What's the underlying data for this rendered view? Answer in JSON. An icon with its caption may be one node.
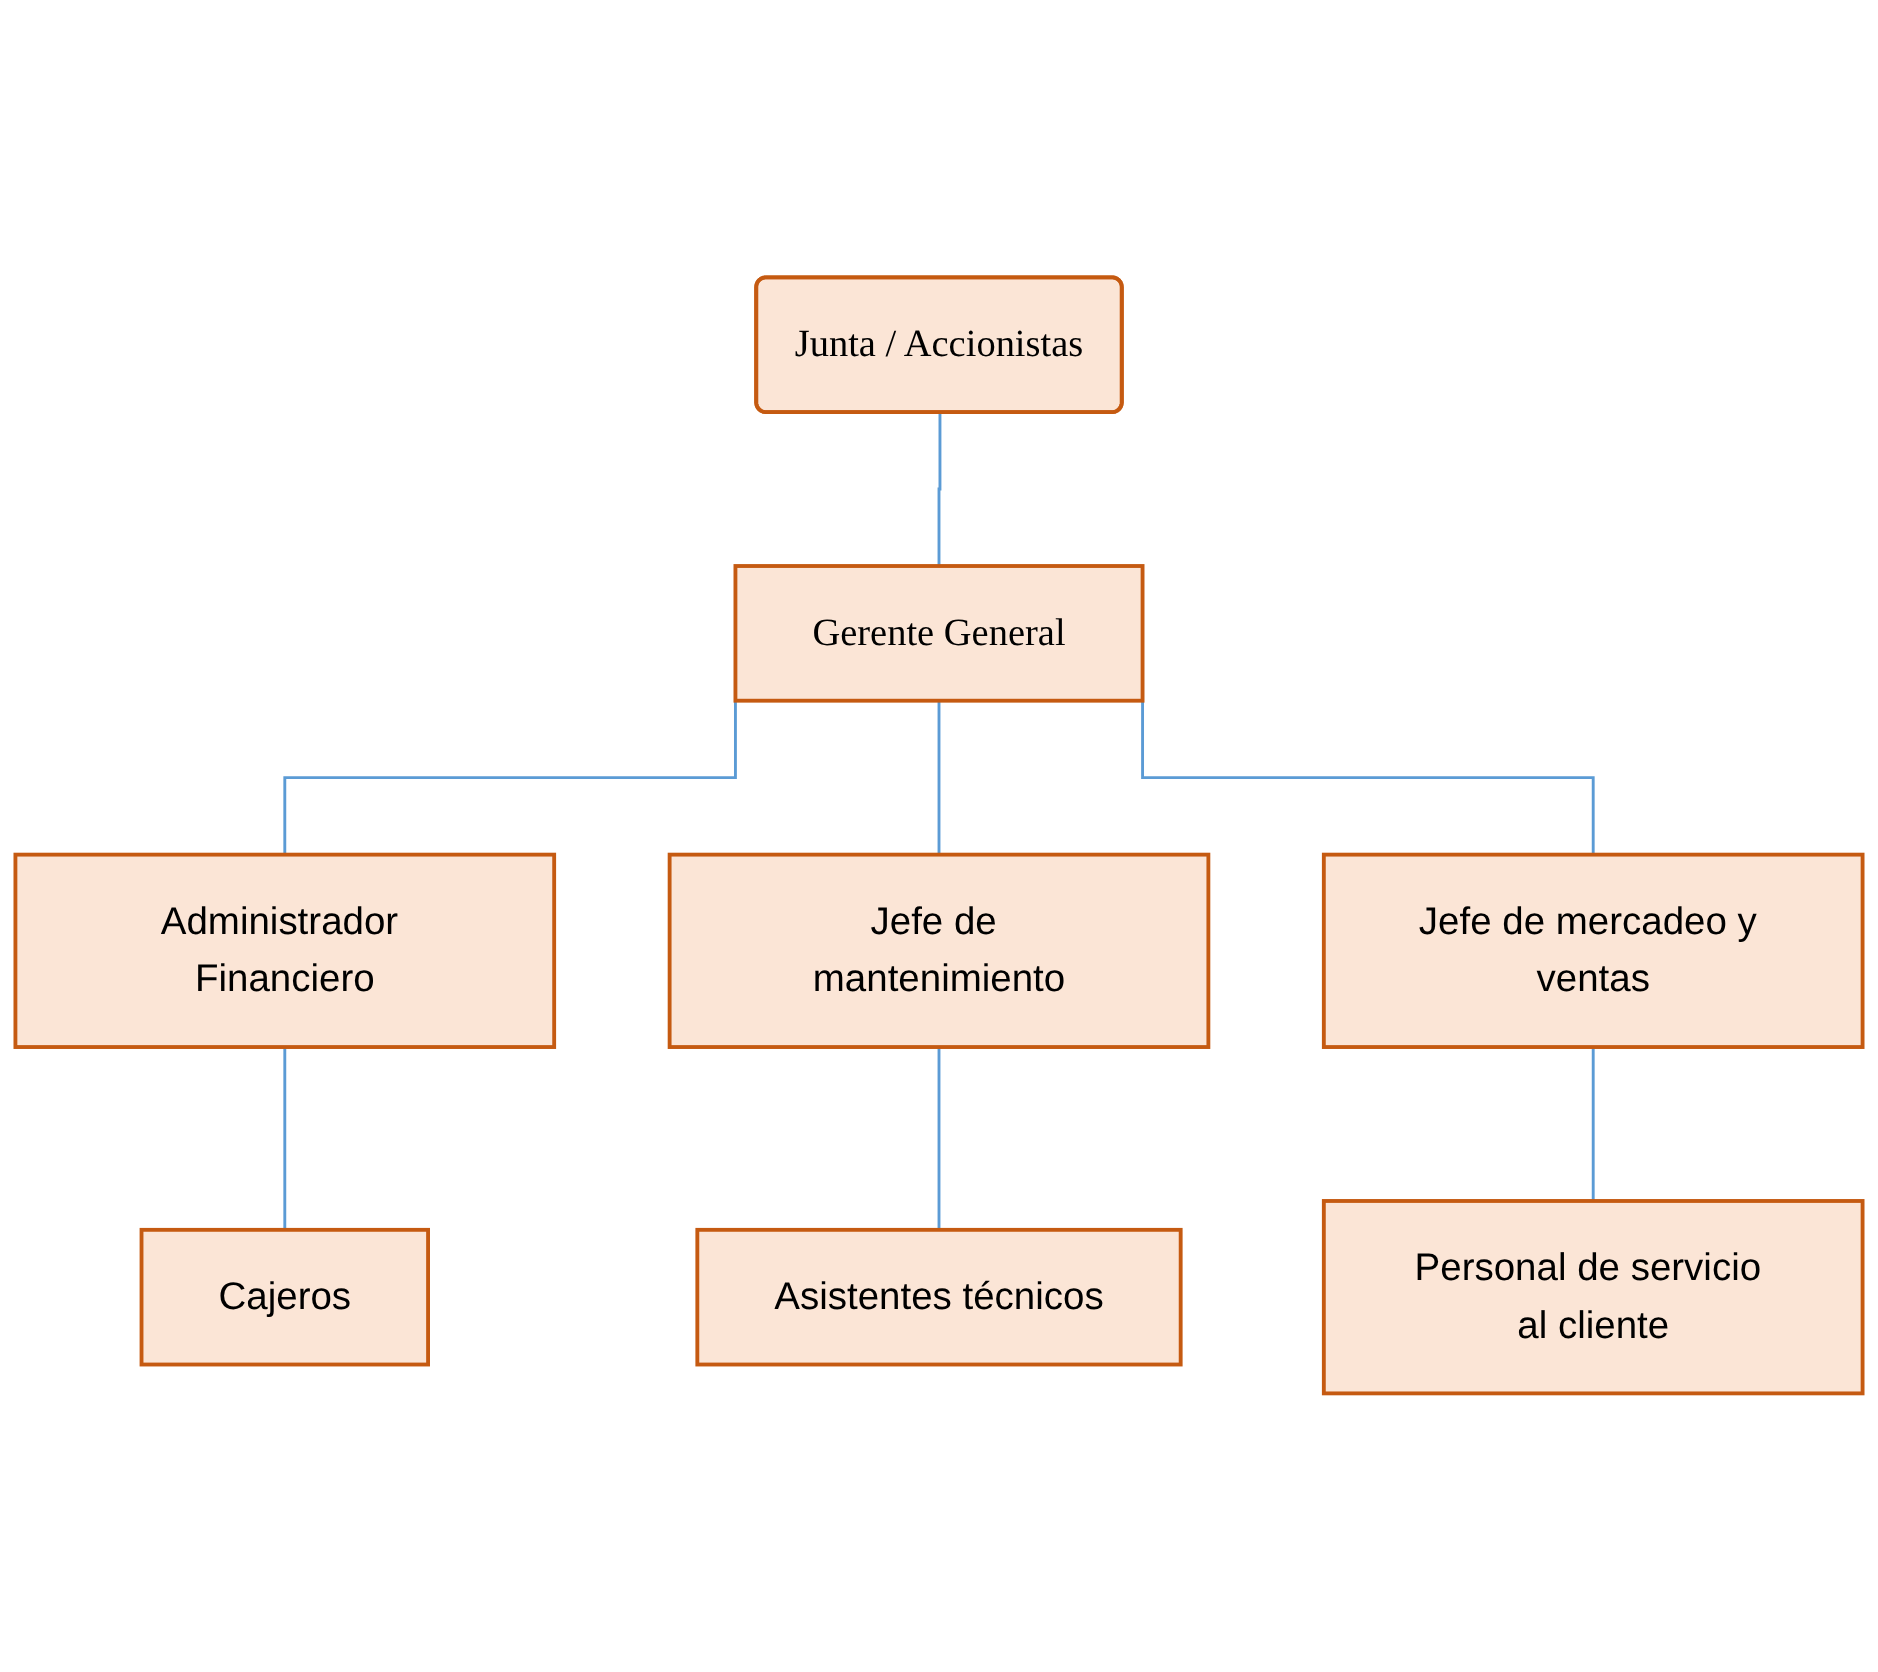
{
  "diagram": {
    "nodes": [
      {
        "text": [
          "Junta / Accionistas"
        ]
      },
      {
        "text": [
          "Gerente General"
        ]
      },
      {
        "text": [
          "Administrador Financiero"
        ]
      },
      {
        "text": [
          "Jefe de mantenimiento"
        ]
      },
      {
        "text": [
          "Jefe de mercadeo y ventas"
        ]
      },
      {
        "text": [
          "Cajeros"
        ]
      },
      {
        "text": [
          "Asistentes técnicos"
        ]
      },
      {
        "text": [
          "Personal de servicio al cliente"
        ]
      }
    ],
    "edges": [
      {
        "from": 0,
        "to": 1,
        "arrow": "none"
      },
      {
        "from": 1,
        "to": 2,
        "arrow": "none"
      },
      {
        "from": 1,
        "to": 3,
        "arrow": "none"
      },
      {
        "from": 1,
        "to": 4,
        "arrow": "none"
      },
      {
        "from": 2,
        "to": 5,
        "arrow": "none"
      },
      {
        "from": 3,
        "to": 6,
        "arrow": "none"
      },
      {
        "from": 4,
        "to": 7,
        "arrow": "none"
      }
    ]
  }
}
